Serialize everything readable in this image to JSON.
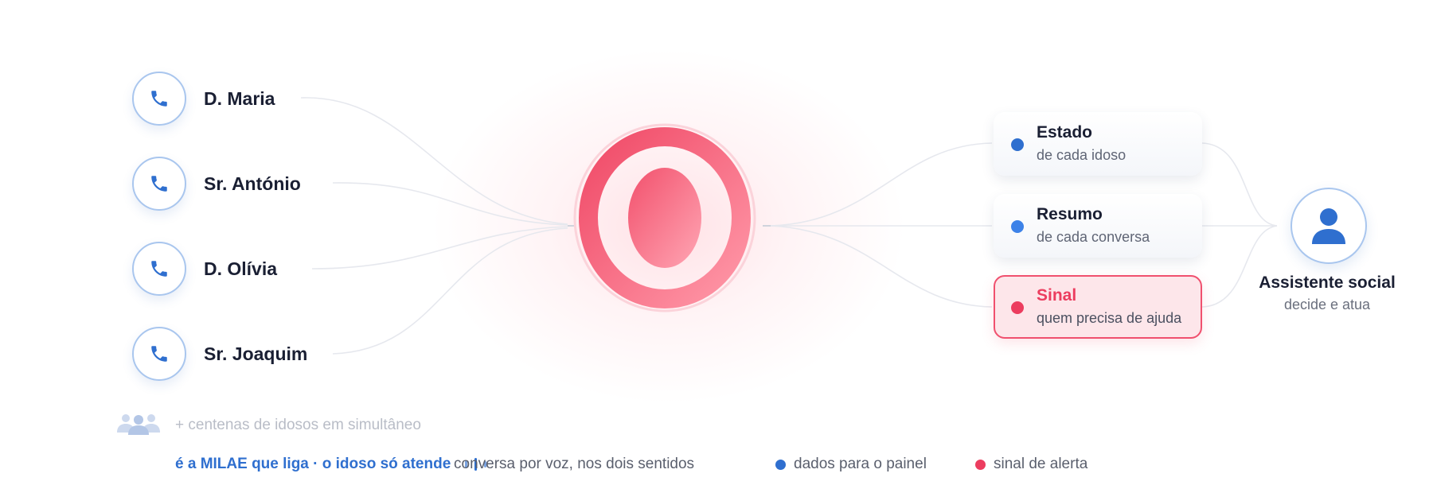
{
  "contacts": [
    {
      "name": "D. Maria"
    },
    {
      "name": "Sr. António"
    },
    {
      "name": "D. Olívia"
    },
    {
      "name": "Sr. Joaquim"
    }
  ],
  "cards": [
    {
      "title": "Estado",
      "subtitle": "de cada idoso",
      "dot_color": "#2f6fcf"
    },
    {
      "title": "Resumo",
      "subtitle": "de cada conversa",
      "dot_color": "#3d82e8"
    },
    {
      "title": "Sinal",
      "subtitle": "quem precisa de ajuda",
      "dot_color": "#ec3d5f"
    }
  ],
  "assistant": {
    "title": "Assistente social",
    "subtitle": "decide e atua",
    "icon": "person-icon"
  },
  "crowd": {
    "text": "+ centenas de idosos em simultâneo",
    "icon": "people-icon"
  },
  "legend": {
    "lead": "é a MILAE que liga · o idoso só atende",
    "voice": "conversa por voz, nos dois sentidos",
    "data": "dados para o painel",
    "alert": "sinal de alerta"
  },
  "colors": {
    "brand": "#ec3d5f",
    "accent_blue": "#2f6fcf",
    "ring": "#a9c6ee"
  }
}
